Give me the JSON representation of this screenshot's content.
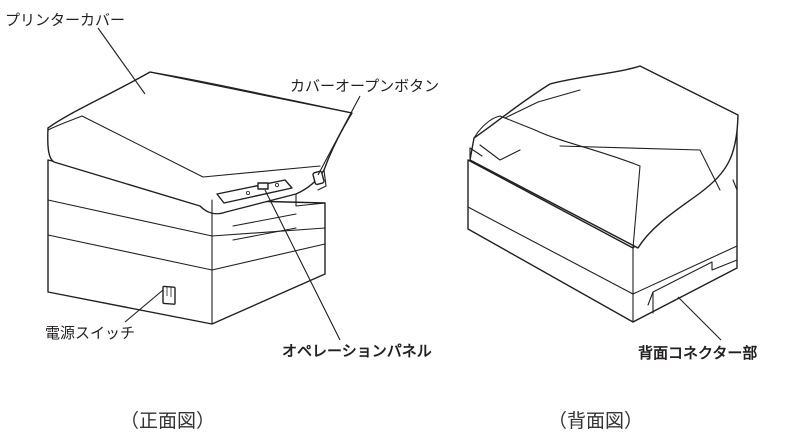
{
  "labels": {
    "printer_cover": "プリンターカバー",
    "cover_open_button": "カバーオープンボタン",
    "power_switch": "電源スイッチ",
    "operation_panel": "オペレーションパネル",
    "rear_connector": "背面コネクター部"
  },
  "captions": {
    "front_view": "（正面図）",
    "rear_view": "（背面図）"
  }
}
